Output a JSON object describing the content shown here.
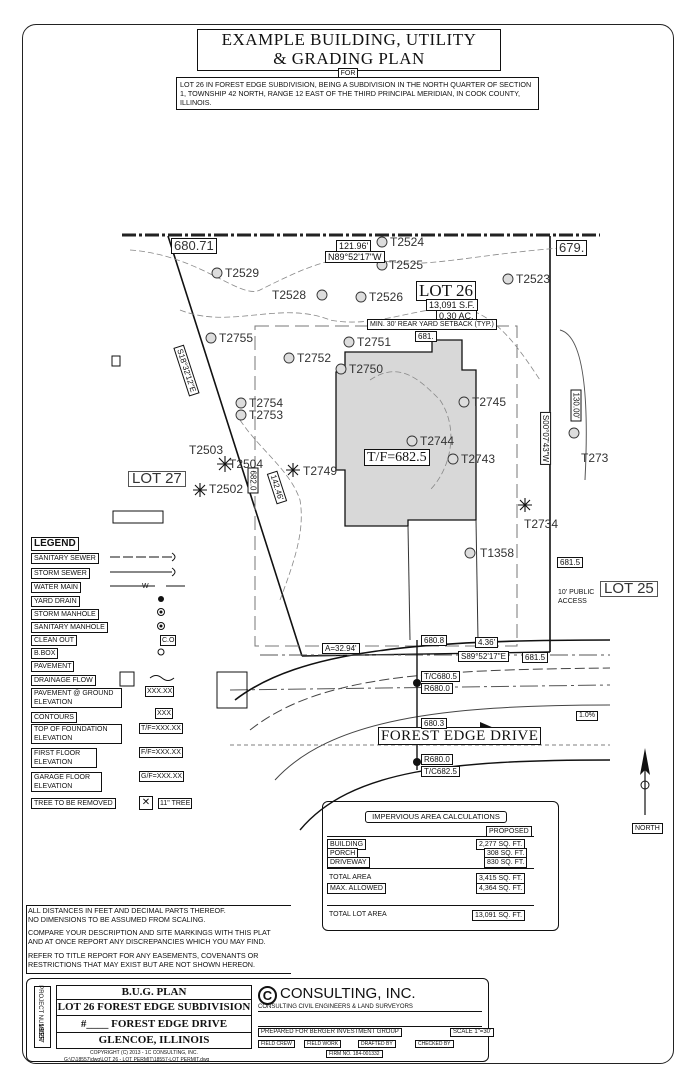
{
  "title": {
    "line1": "EXAMPLE BUILDING, UTILITY",
    "line2": "& GRADING PLAN",
    "for": "FOR"
  },
  "description": "LOT 26 IN FOREST EDGE SUBDIVISION, BEING A SUBDIVISION IN THE NORTH QUARTER OF SECTION 1, TOWNSHIP 42 NORTH, RANGE 12 EAST OF THE THIRD PRINCIPAL MERIDIAN, IN COOK COUNTY, ILLINOIS.",
  "plan": {
    "lot26": "LOT 26",
    "lot26_area_sf": "13,091 S.F.",
    "lot26_area_ac": "0.30 AC.",
    "lot27": "LOT 27",
    "lot25": "LOT 25",
    "setback": "MIN. 30' REAR YARD SETBACK (TYP.)",
    "tf": "T/F=682.5",
    "street": "FOREST EDGE DRIVE",
    "access": "10' PUBLIC ACCESS",
    "bearing_north": "N89°52'17\"W",
    "dist_north": "121.96'",
    "bearing_south": "S89°52'17\"E",
    "bearing_west": "S18°32'12\"E",
    "bearing_east": "S00°07'43\"W",
    "dist_east": "130.00'",
    "dist_west": "142.46'",
    "arc": "A=32.94'",
    "elev_nw": "680.71",
    "elev_ne": "679.",
    "elevations": [
      "T/C680.5",
      "R680.0",
      "R680.0",
      "T/C682.5",
      "680.8",
      "681.5",
      "681.5",
      "682.0",
      "681.",
      "680.3"
    ],
    "dims": [
      "4.36'",
      "1.0%"
    ],
    "north_label": "NORTH",
    "trees": [
      "T2524",
      "T2525",
      "T2529",
      "T2528",
      "T2526",
      "T2523",
      "T2755",
      "T2752",
      "T2751",
      "T2750",
      "T2754",
      "T2753",
      "T2745",
      "T2744",
      "T2743",
      "T2503",
      "T2504",
      "T2502",
      "T2749",
      "T2734",
      "T1358",
      "T273"
    ]
  },
  "legend": {
    "title": "LEGEND",
    "items": [
      {
        "label": "SANITARY SEWER",
        "symbol": ""
      },
      {
        "label": "STORM SEWER",
        "symbol": ""
      },
      {
        "label": "WATER MAIN",
        "symbol": "W"
      },
      {
        "label": "YARD DRAIN",
        "symbol": "●"
      },
      {
        "label": "STORM MANHOLE",
        "symbol": "◉"
      },
      {
        "label": "SANITARY MANHOLE",
        "symbol": "◉"
      },
      {
        "label": "CLEAN OUT",
        "symbol": "C.O"
      },
      {
        "label": "B.BOX",
        "symbol": "⊗"
      },
      {
        "label": "PAVEMENT",
        "symbol": ""
      },
      {
        "label": "DRAINAGE FLOW",
        "symbol": ""
      },
      {
        "label": "PAVEMENT @ GROUND ELEVATION",
        "symbol": "XXX.XX"
      },
      {
        "label": "CONTOURS",
        "symbol": "XXX"
      },
      {
        "label": "TOP OF FOUNDATION ELEVATION",
        "symbol": "T/F=XXX.XX"
      },
      {
        "label": "FIRST FLOOR ELEVATION",
        "symbol": "F/F=XXX.XX"
      },
      {
        "label": "GARAGE FLOOR ELEVATION",
        "symbol": "G/F=XXX.XX"
      },
      {
        "label": "TREE TO BE REMOVED",
        "symbol": "11\" TREE"
      }
    ]
  },
  "notes": [
    "ALL DISTANCES IN FEET AND DECIMAL PARTS THEREOF.\nNO DIMENSIONS TO BE ASSUMED FROM SCALING.",
    "COMPARE YOUR DESCRIPTION AND SITE MARKINGS WITH THIS PLAT\nAND AT ONCE REPORT ANY DISCREPANCIES WHICH YOU MAY FIND.",
    "REFER TO TITLE REPORT FOR ANY EASEMENTS, COVENANTS OR\nRESTRICTIONS THAT MAY EXIST BUT ARE NOT SHOWN HEREON."
  ],
  "impervious": {
    "title": "IMPERVIOUS AREA CALCULATIONS",
    "column": "PROPOSED",
    "rows": [
      {
        "label": "BUILDING",
        "value": "2,277 SQ. FT."
      },
      {
        "label": "PORCH",
        "value": "308 SQ. FT."
      },
      {
        "label": "DRIVEWAY",
        "value": "830 SQ. FT."
      },
      {
        "label": "TOTAL AREA",
        "value": "3,415 SQ. FT."
      },
      {
        "label": "MAX. ALLOWED",
        "value": "4,364 SQ. FT."
      },
      {
        "label": "TOTAL LOT AREA",
        "value": "13,091 SQ. FT."
      }
    ]
  },
  "titleblock": {
    "project_number_label": "PROJECT NUMBER",
    "project_number": "18557",
    "plan": "B.U.G. PLAN",
    "subdivision": "LOT 26 FOREST EDGE SUBDIVISION",
    "address": "#____ FOREST EDGE DRIVE",
    "city": "GLENCOE, ILLINOIS",
    "copyright": "COPYRIGHT (C) 2013 - 1C CONSULTING, INC.",
    "filepath": "G:\\C\\18557\\dwg\\LOT 26 - LOT PERMIT\\18557-LOT PERMIT.dwg",
    "firm": "CONSULTING, INC.",
    "firm_logo": "C",
    "firm_sub": "CONSULTING CIVIL ENGINEERS & LAND SURVEYORS",
    "prepared_for": "PREPARED FOR BERGER INVESTMENT GROUP",
    "scale": "SCALE 1\"=30'",
    "field_crew": "FIELD CREW",
    "field_work": "FIELD WORK",
    "drafted_by": "DRAFTED BY",
    "checked_by": "CHECKED BY",
    "firm_no": "FIRM NO. 184-001332"
  }
}
